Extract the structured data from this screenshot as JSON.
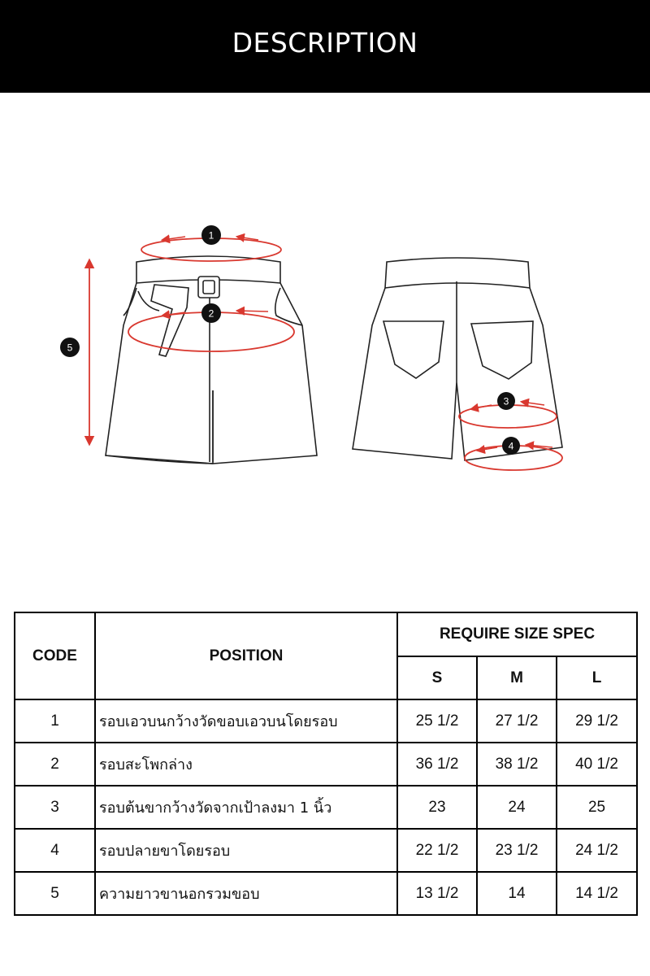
{
  "header": {
    "title": "DESCRIPTION"
  },
  "diagram": {
    "markers": [
      "1",
      "2",
      "3",
      "4",
      "5"
    ],
    "measure_color": "#d9382f",
    "marker_color": "#111111"
  },
  "table": {
    "headers": {
      "code": "CODE",
      "position": "POSITION",
      "spec": "REQUIRE SIZE SPEC",
      "sizes": [
        "S",
        "M",
        "L"
      ]
    },
    "rows": [
      {
        "code": "1",
        "position": "รอบเอวบนกว้างวัดขอบเอวบนโดยรอบ",
        "s": "25 1/2",
        "m": "27 1/2",
        "l": "29 1/2"
      },
      {
        "code": "2",
        "position": "รอบสะโพกล่าง",
        "s": "36 1/2",
        "m": "38 1/2",
        "l": "40 1/2"
      },
      {
        "code": "3",
        "position": "รอบต้นขากว้างวัดจากเป้าลงมา 1 นิ้ว",
        "s": "23",
        "m": "24",
        "l": "25"
      },
      {
        "code": "4",
        "position": "รอบปลายขาโดยรอบ",
        "s": "22 1/2",
        "m": "23 1/2",
        "l": "24 1/2"
      },
      {
        "code": "5",
        "position": "ความยาวขานอกรวมขอบ",
        "s": "13 1/2",
        "m": "14",
        "l": "14 1/2"
      }
    ]
  }
}
